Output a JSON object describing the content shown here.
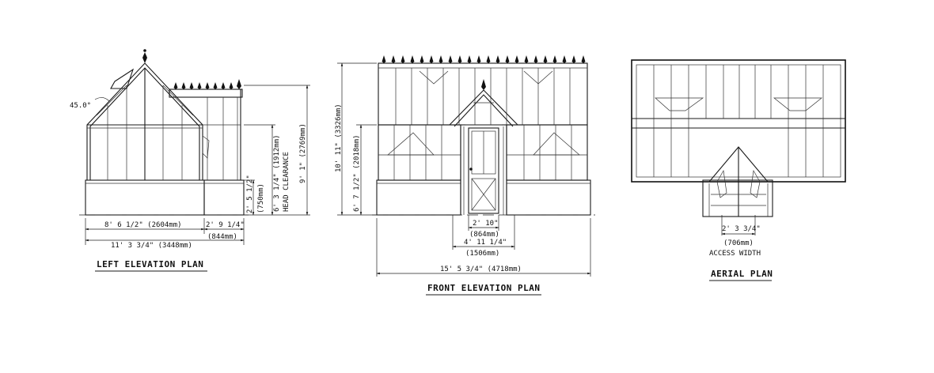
{
  "titles": {
    "left": "LEFT ELEVATION PLAN",
    "front": "FRONT ELEVATION PLAN",
    "aerial": "AERIAL PLAN"
  },
  "left_dims": {
    "angle": "45.0°",
    "main_width": "8' 6 1/2\" (2604mm)",
    "ext_width": "2' 9 1/4\"",
    "ext_width_mm": "(844mm)",
    "total_width": "11' 3 3/4\" (3448mm)",
    "wall_height": "2' 5 1/2\"",
    "wall_height_mm": "(750mm)",
    "head_height": "6' 3 1/4\" (1912mm)",
    "head_clearance": "HEAD CLEARANCE",
    "total_height": "9' 1\" (2769mm)"
  },
  "front_dims": {
    "total_height": "10' 11\" (3326mm)",
    "eave_height": "6' 7 1/2\" (2018mm)",
    "door_width": "2' 10\"",
    "door_width_mm": "(864mm)",
    "porch_width": "4' 11 1/4\"",
    "porch_width_mm": "(1506mm)",
    "total_width": "15' 5 3/4\" (4718mm)"
  },
  "aerial_dims": {
    "access_width": "2' 3 3/4\"",
    "access_width_mm": "(706mm)",
    "access_label": "ACCESS WIDTH"
  }
}
